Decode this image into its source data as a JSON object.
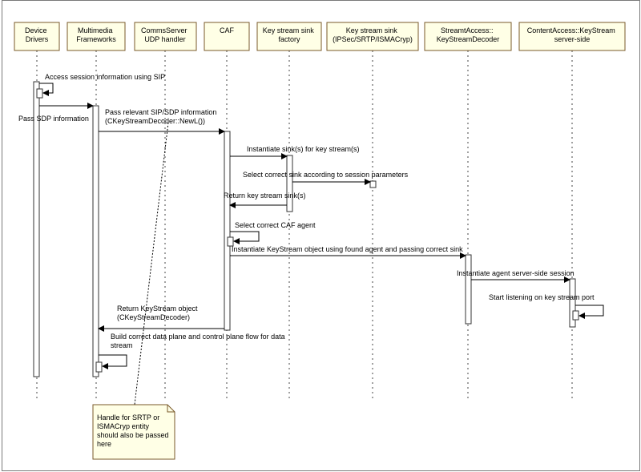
{
  "participants": [
    {
      "id": "device-drivers",
      "lines": [
        "Device",
        "Drivers"
      ]
    },
    {
      "id": "multimedia-frameworks",
      "lines": [
        "Multimedia",
        "Frameworks"
      ]
    },
    {
      "id": "commsserver-udp-handler",
      "lines": [
        "CommsServer",
        "UDP handler"
      ]
    },
    {
      "id": "caf",
      "lines": [
        "CAF"
      ]
    },
    {
      "id": "key-stream-sink-factory",
      "lines": [
        "Key stream sink",
        "factory"
      ]
    },
    {
      "id": "key-stream-sink",
      "lines": [
        "Key stream sink",
        "(IPSec/SRTP/ISMACryp)"
      ]
    },
    {
      "id": "streamaccess-keystreamdecoder",
      "lines": [
        "StreamtAccess::",
        "KeyStreamDecoder"
      ]
    },
    {
      "id": "contentaccess-keystream-server-side",
      "lines": [
        "ContentAccess::KeyStream",
        "server-side"
      ]
    }
  ],
  "messages": [
    {
      "id": "access-session-info",
      "lines": [
        "Access session information using SIP"
      ]
    },
    {
      "id": "pass-sdp-information",
      "lines": [
        "Pass SDP information"
      ]
    },
    {
      "id": "pass-relevant-sip-sdp",
      "lines": [
        "Pass relevant SIP/SDP information",
        "(CKeyStreamDecoder::NewL())"
      ]
    },
    {
      "id": "instantiate-sinks",
      "lines": [
        "Instantiate sink(s) for key stream(s)"
      ]
    },
    {
      "id": "select-correct-sink",
      "lines": [
        "Select correct sink according to session parameters"
      ]
    },
    {
      "id": "return-key-stream-sinks",
      "lines": [
        "Return key stream sink(s)"
      ]
    },
    {
      "id": "select-caf-agent",
      "lines": [
        "Select correct CAF agent"
      ]
    },
    {
      "id": "instantiate-keystream-object",
      "lines": [
        "Instantiate KeyStream object using found agent and passing correct sink"
      ]
    },
    {
      "id": "instantiate-agent-session",
      "lines": [
        "Instantiate agent server-side session"
      ]
    },
    {
      "id": "start-listening",
      "lines": [
        "Start listening on key stream port"
      ]
    },
    {
      "id": "return-keystream-object",
      "lines": [
        "Return KeyStream object",
        "(CKeyStreamDecoder)"
      ]
    },
    {
      "id": "build-data-plane",
      "lines": [
        "Build correct data plane and control plane flow  for data",
        "stream"
      ]
    }
  ],
  "note": {
    "lines": [
      "Handle for SRTP or",
      "ISMACryp entity",
      "should also be passed",
      "here"
    ]
  },
  "colors": {
    "box_fill": "#ffffe6",
    "box_border": "#7a5a2a",
    "activation_fill": "#ffffff",
    "line": "#000000"
  }
}
